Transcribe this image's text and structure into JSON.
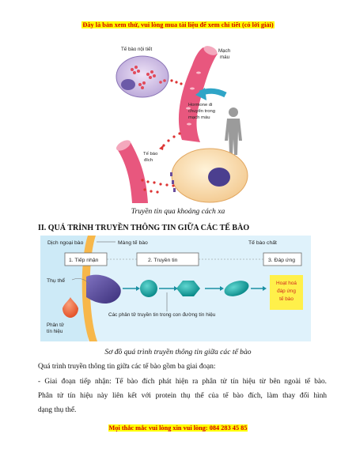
{
  "header_banner": "Đây là bản xem thử, vui lòng mua tài liệu để xem chi tiết (có lời giải)",
  "figure1": {
    "labels": {
      "endocrine_cell": "Tế bào nội tiết",
      "blood_vessel": [
        "Mạch",
        "máu"
      ],
      "hormone": [
        "Hormone di",
        "chuyển trong",
        "mạch máu"
      ],
      "target_cell": [
        "Tế bào",
        "đích"
      ]
    },
    "caption": "Truyền tin qua khoảng cách xa"
  },
  "section_heading": "II. QUÁ TRÌNH TRUYỀN THÔNG TIN GIỮA CÁC TẾ BÀO",
  "figure2": {
    "labels": {
      "extracellular": "Dịch ngoại bào",
      "membrane": "Màng tế bào",
      "cytoplasm": "Tế bào chất",
      "stage1": "1. Tiếp nhận",
      "stage2": "2. Truyền tin",
      "stage3": "3. Đáp ứng",
      "receptor": "Thụ thể",
      "signal_molecule": [
        "Phân tử",
        "tín hiệu"
      ],
      "relay_molecules": "Các phân tử truyền tin trong con đường tín hiệu",
      "response": [
        "Hoạt hoá",
        "đáp ứng",
        "tế bào"
      ]
    },
    "colors": {
      "background": "#cdeaf7",
      "membrane": "#f7b74a",
      "receptor": "#4b3f8f",
      "relay": "#12a9a6",
      "signal": "#ee6b3d",
      "response_box": "#fff04a"
    },
    "caption": "Sơ đồ quá trình truyền thông tin giữa các tế bào"
  },
  "paragraphs": [
    "Quá trình truyền thông tin giữa các tế bào gồm ba giai đoạn:",
    "- Giai đoạn tiếp nhận: Tế bào đích phát hiện ra phân tử tín hiệu từ bên ngoài tế bào.",
    "Phân tử tín hiệu này liên kết với protein thụ thể của tế bào đích, làm thay đổi hình",
    "dạng thụ thể."
  ],
  "footer_banner": "Mọi thắc mắc vui lòng xin vui lòng: 084 283 45 85"
}
